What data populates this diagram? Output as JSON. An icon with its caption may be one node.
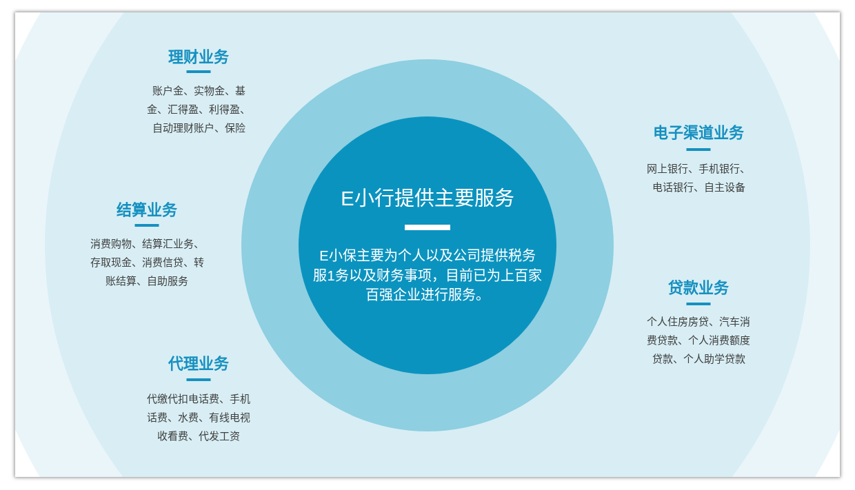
{
  "diagram": {
    "nodes": [
      {
        "text": [
          "E小行提供主要服务",
          "E小保主要为个人以及公司提供税务服1务以及财务事项，目前已为上百家百强企业进行服务。"
        ]
      }
    ],
    "labels": [
      "理财业务",
      "账户金、实物金、基金、汇得盈、利得盈、自动理财账户、保险",
      "结算业务",
      "消费购物、结算汇业务、存取现金、消费信贷、转账结算、自助服务",
      "代理业务",
      "代缴代扣电话费、手机话费、水费、有线电视收看费、代发工资",
      "电子渠道业务",
      "网上银行、手机银行、电话银行、自主设备",
      "贷款业务",
      "个人住房房贷、汽车消费贷款、个人消费额度贷款、个人助学贷款"
    ]
  }
}
